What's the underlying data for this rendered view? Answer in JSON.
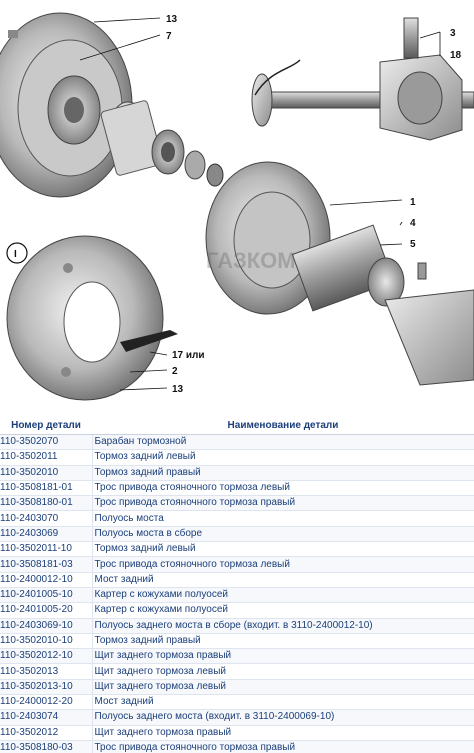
{
  "diagram": {
    "callouts": {
      "c13_top": "13",
      "c7": "7",
      "c3": "3",
      "c18": "18",
      "c1": "1",
      "c4": "4",
      "c5": "5",
      "c17": "17  или",
      "c2": "2",
      "c13_bottom": "13",
      "roman_one": "I"
    },
    "watermark": "ГАЗКОМ"
  },
  "table": {
    "headers": {
      "part_number": "Номер детали",
      "part_name": "Наименование детали"
    },
    "rows": [
      {
        "number": "110-3502070",
        "name": "Барабан тормозной"
      },
      {
        "number": "110-3502011",
        "name": "Тормоз задний левый"
      },
      {
        "number": "110-3502010",
        "name": "Тормоз задний правый"
      },
      {
        "number": "110-3508181-01",
        "name": "Трос привода стояночного тормоза левый"
      },
      {
        "number": "110-3508180-01",
        "name": "Трос привода стояночного тормоза правый"
      },
      {
        "number": "110-2403070",
        "name": "Полуось моста"
      },
      {
        "number": "110-2403069",
        "name": "Полуось моста в сборе"
      },
      {
        "number": "110-3502011-10",
        "name": "Тормоз задний левый"
      },
      {
        "number": "110-3508181-03",
        "name": "Трос привода стояночного тормоза левый"
      },
      {
        "number": "110-2400012-10",
        "name": "Мост задний"
      },
      {
        "number": "110-2401005-10",
        "name": "Картер с кожухами полуосей"
      },
      {
        "number": "110-2401005-20",
        "name": "Картер с кожухами полуосей"
      },
      {
        "number": "110-2403069-10",
        "name": "Полуось заднего моста в сборе (входит. в 3110-2400012-10)"
      },
      {
        "number": "110-3502010-10",
        "name": "Тормоз задний правый"
      },
      {
        "number": "110-3502012-10",
        "name": "Щит заднего тормоза правый"
      },
      {
        "number": "110-3502013",
        "name": "Щит заднего тормоза левый"
      },
      {
        "number": "110-3502013-10",
        "name": "Щит заднего тормоза левый"
      },
      {
        "number": "110-2400012-20",
        "name": "Мост задний"
      },
      {
        "number": "110-2403074",
        "name": "Полуось заднего моста (входит. в 3110-2400069-10)"
      },
      {
        "number": "110-3502012",
        "name": "Щит заднего тормоза правый"
      },
      {
        "number": "110-3508180-03",
        "name": "Трос привода стояночного тормоза правый"
      }
    ]
  }
}
